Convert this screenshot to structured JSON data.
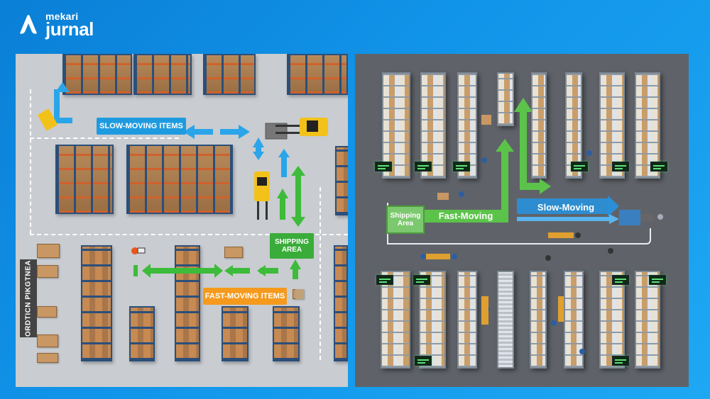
{
  "brand": {
    "name_top": "mekari",
    "name_bottom": "jurnal",
    "icon": "mekari-logo-icon"
  },
  "left_panel": {
    "labels": {
      "slow_moving": "SLOW-MOVING ITEMS",
      "fast_moving": "FAST-MOVING ITEMS",
      "shipping_line1": "SHIPPING",
      "shipping_line2": "AREA",
      "side_sign": "ORDTICN PIKGTNEA"
    },
    "colors": {
      "slow": "#1e9be0",
      "fast": "#f59a1c",
      "shipping": "#3aac3a",
      "arrow_blue": "#2aa5ea",
      "arrow_green": "#3dbb3a"
    },
    "icons": [
      "forklift-icon",
      "pallet-jack-icon",
      "worker-icon",
      "pallet-icon"
    ]
  },
  "right_panel": {
    "labels": {
      "fast_moving": "Fast-Moving",
      "slow_moving": "Slow-Moving",
      "shipping_line1": "Shipping",
      "shipping_line2": "Area"
    },
    "colors": {
      "fast": "#5cc34a",
      "slow": "#2a8fd6"
    }
  }
}
